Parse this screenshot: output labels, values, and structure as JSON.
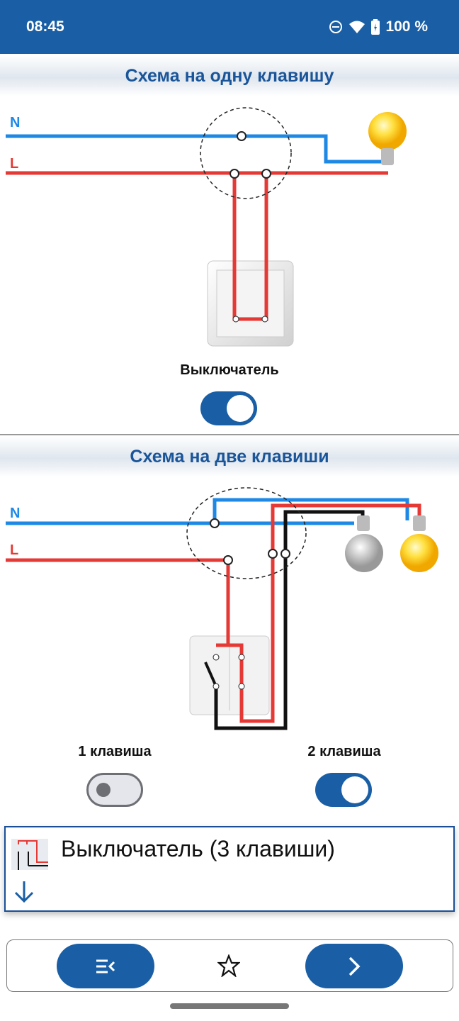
{
  "status_bar": {
    "time": "08:45",
    "battery": "100 %"
  },
  "section1": {
    "title": "Схема на одну клавишу",
    "n_label": "N",
    "l_label": "L",
    "switch_label": "Выключатель",
    "toggle_on": true
  },
  "section2": {
    "title": "Схема на две клавиши",
    "n_label": "N",
    "l_label": "L",
    "key1_label": "1 клавиша",
    "key1_on": false,
    "key2_label": "2 клавиша",
    "key2_on": true
  },
  "next_card": {
    "title": "Выключатель (3 клавиши)"
  },
  "colors": {
    "primary": "#1a5fa5",
    "wire_n": "#1e88e5",
    "wire_l": "#e53935"
  }
}
